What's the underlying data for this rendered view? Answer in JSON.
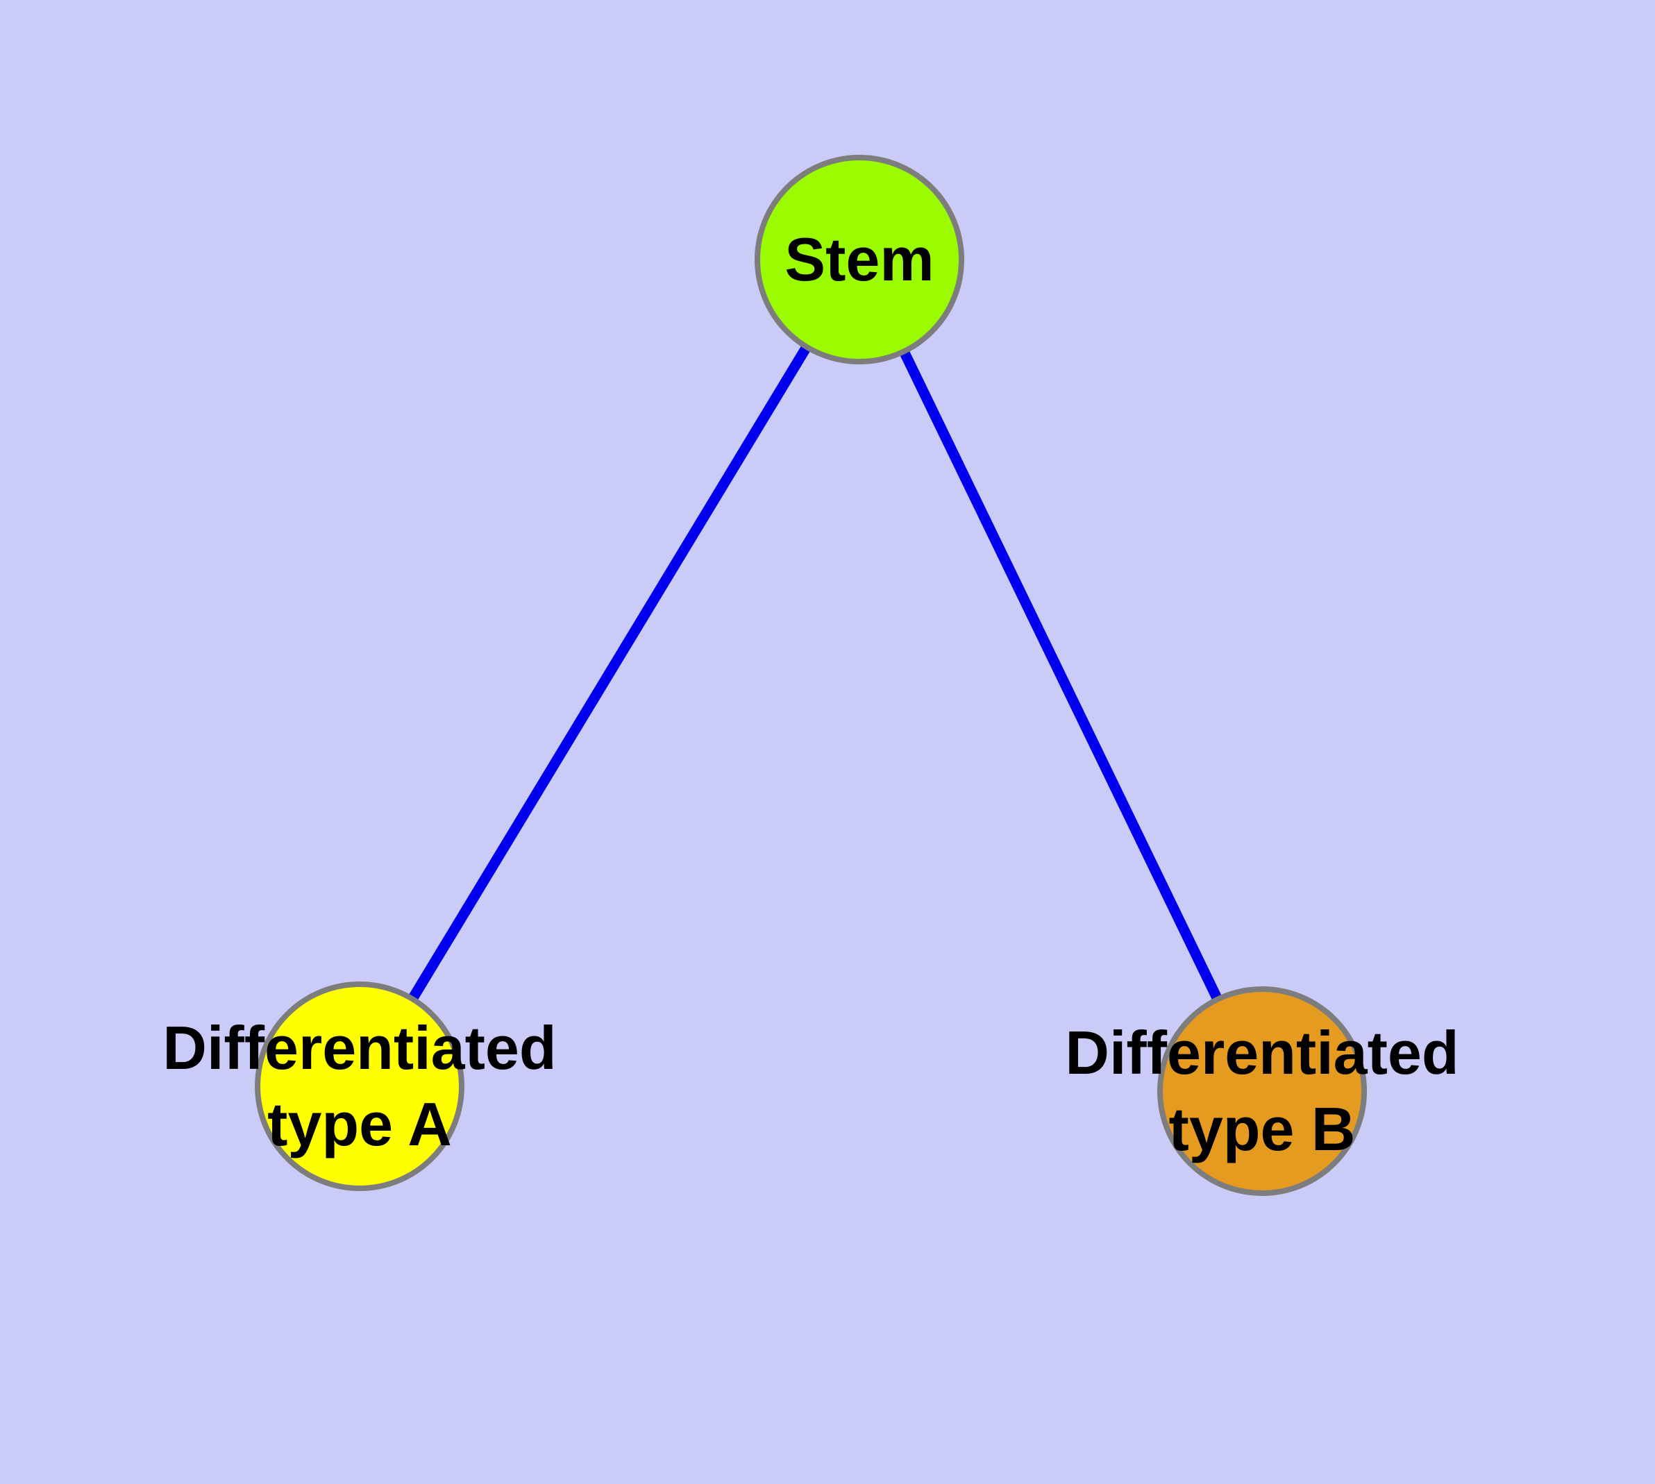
{
  "diagram": {
    "type": "graph",
    "background_color": "#CBCBF8",
    "edge_color": "#0000EE",
    "node_border_color": "#7D7D7D",
    "text_color": "#000000",
    "nodes": {
      "stem": {
        "label": "Stem",
        "fill": "#9BFB00",
        "shape": "circle"
      },
      "type_a": {
        "label_line1": "Differentiated",
        "label_line2": "type A",
        "fill": "#FFFF00",
        "shape": "circle"
      },
      "type_b": {
        "label_line1": "Differentiated",
        "label_line2": "type B",
        "fill": "#E49B20",
        "shape": "circle"
      }
    },
    "edges": [
      {
        "from": "Stem",
        "to": "Differentiated type A"
      },
      {
        "from": "Stem",
        "to": "Differentiated type B"
      }
    ]
  }
}
